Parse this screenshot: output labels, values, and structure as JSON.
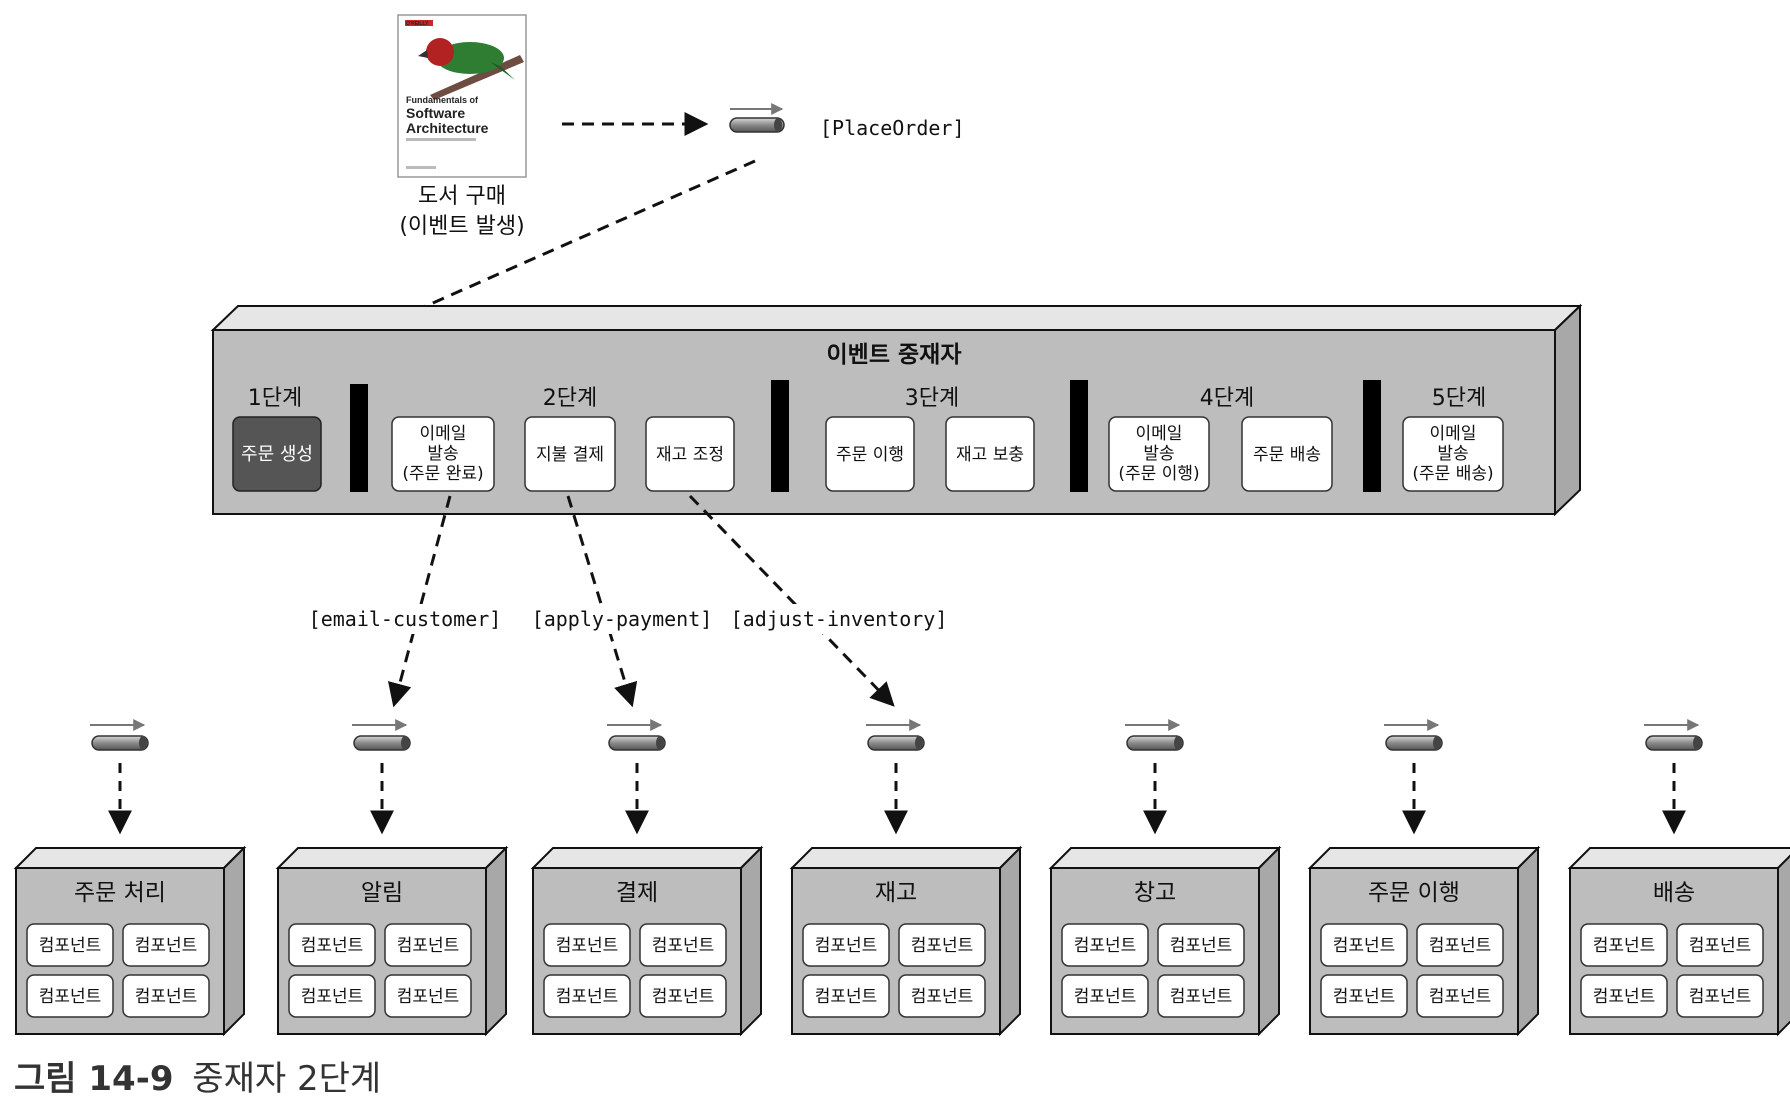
{
  "book": {
    "publisher": "O'REILLY",
    "title_line1": "Fundamentals of",
    "title_line2": "Software",
    "title_line3": "Architecture",
    "caption_line1": "도서 구매",
    "caption_line2": "(이벤트 발생)"
  },
  "initial_event": "[PlaceOrder]",
  "mediator": {
    "title": "이벤트 중재자",
    "steps": [
      {
        "label": "1단계",
        "tasks": [
          {
            "lines": [
              "주문 생성"
            ],
            "active": true
          }
        ]
      },
      {
        "label": "2단계",
        "tasks": [
          {
            "lines": [
              "이메일",
              "발송",
              "(주문 완료)"
            ]
          },
          {
            "lines": [
              "지불 결제"
            ]
          },
          {
            "lines": [
              "재고 조정"
            ]
          }
        ]
      },
      {
        "label": "3단계",
        "tasks": [
          {
            "lines": [
              "주문 이행"
            ]
          },
          {
            "lines": [
              "재고 보충"
            ]
          }
        ]
      },
      {
        "label": "4단계",
        "tasks": [
          {
            "lines": [
              "이메일",
              "발송",
              "(주문 이행)"
            ]
          },
          {
            "lines": [
              "주문 배송"
            ]
          }
        ]
      },
      {
        "label": "5단계",
        "tasks": [
          {
            "lines": [
              "이메일",
              "발송",
              "(주문 배송)"
            ]
          }
        ]
      }
    ]
  },
  "dispatched_events": [
    "[email-customer]",
    "[apply-payment]",
    "[adjust-inventory]"
  ],
  "processors": [
    {
      "name": "주문 처리"
    },
    {
      "name": "알림"
    },
    {
      "name": "결제"
    },
    {
      "name": "재고"
    },
    {
      "name": "창고"
    },
    {
      "name": "주문 이행"
    },
    {
      "name": "배송"
    }
  ],
  "component_label": "컴포넌트",
  "figure_caption": {
    "number": "그림 14-9",
    "text": "중재자 2단계"
  },
  "colors": {
    "box_fill": "#bdbdbd",
    "box_side": "#9e9e9e",
    "active_task": "#555555",
    "separator": "#000000",
    "book_bird": "#b22222"
  }
}
